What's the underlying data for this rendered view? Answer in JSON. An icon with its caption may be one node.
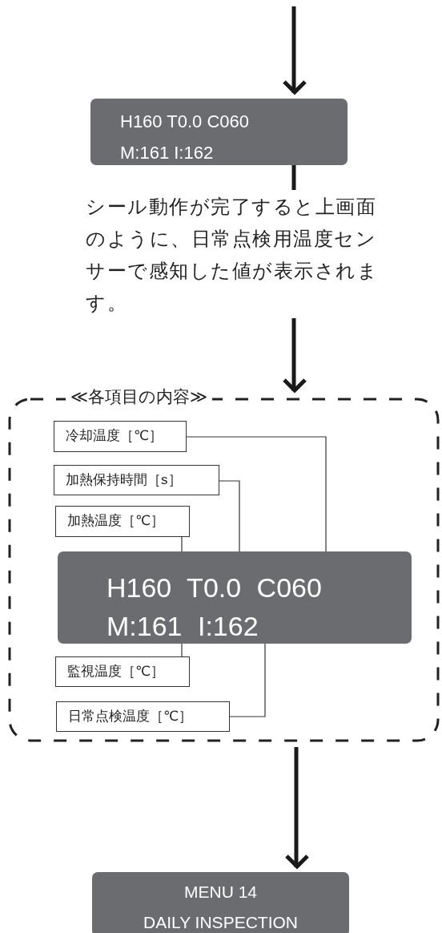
{
  "diagram": {
    "nodes": [
      {
        "text": [
          "H160 T0.0 C060",
          "M:161 I:162"
        ]
      },
      {
        "text": [
          "シール動作が完了すると上画面のように、日常点検用温度センサーで感知した値が表示されます。"
        ]
      },
      {
        "text": [
          "≪各項目の内容≫"
        ]
      },
      {
        "text": [
          "冷却温度［℃］"
        ],
        "in": 2
      },
      {
        "text": [
          "加熱保持時間［s］"
        ],
        "in": 2
      },
      {
        "text": [
          "加熱温度［℃］"
        ],
        "in": 2
      },
      {
        "text": [
          "H160 T0.0 C060",
          "M:161 I:162"
        ],
        "in": 2
      },
      {
        "text": [
          "監視温度［℃］"
        ],
        "in": 2
      },
      {
        "text": [
          "日常点検温度［℃］"
        ],
        "in": 2
      },
      {
        "text": [
          "MENU 14",
          "DAILY INSPECTION"
        ]
      }
    ],
    "edges": [
      {
        "from": null,
        "to": 0,
        "arrow": "to",
        "style": "thick"
      },
      {
        "from": 0,
        "to": 1,
        "arrow": "none",
        "style": "thick"
      },
      {
        "from": 1,
        "to": 2,
        "arrow": "to",
        "style": "thick"
      },
      {
        "from": 3,
        "to": 6,
        "arrow": "none"
      },
      {
        "from": 4,
        "to": 6,
        "arrow": "none"
      },
      {
        "from": 5,
        "to": 6,
        "arrow": "none"
      },
      {
        "from": 7,
        "to": 6,
        "arrow": "none"
      },
      {
        "from": 8,
        "to": 6,
        "arrow": "none"
      },
      {
        "from": 2,
        "to": 9,
        "arrow": "to",
        "style": "thick"
      }
    ]
  }
}
